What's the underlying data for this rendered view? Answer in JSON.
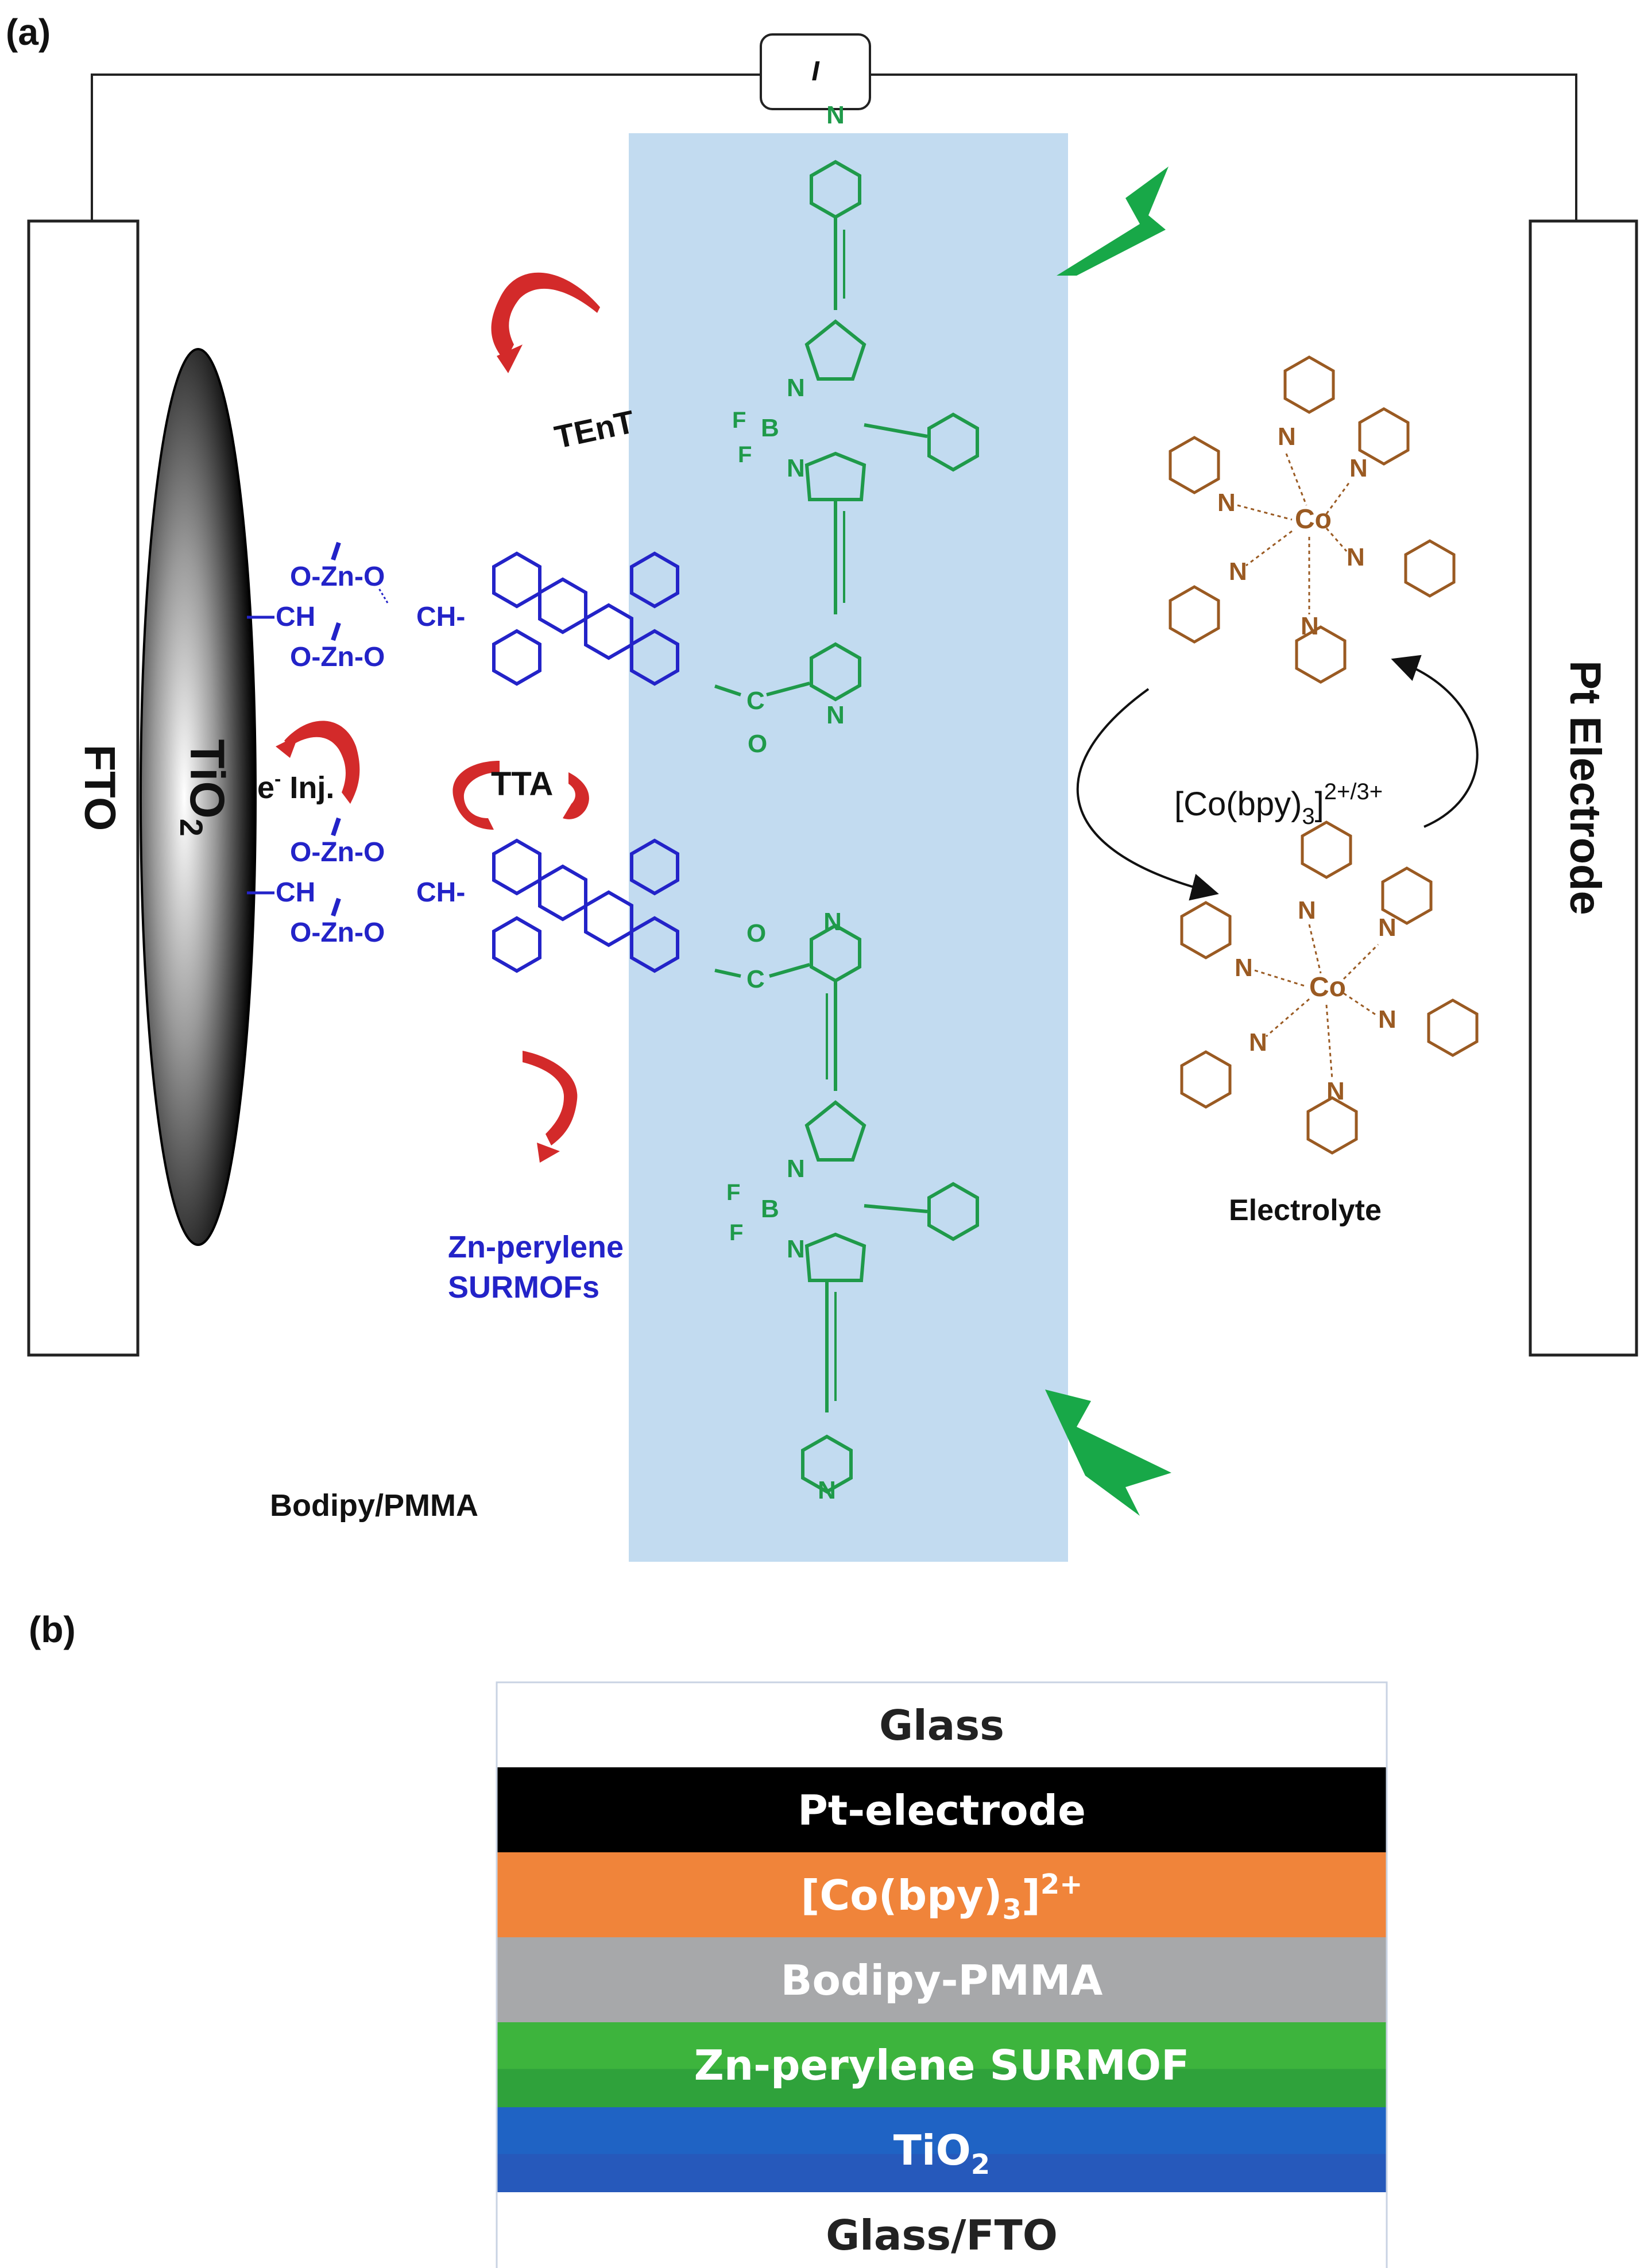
{
  "panel_a": {
    "label": "(a)",
    "current_symbol": "I",
    "left_electrode": "FTO",
    "semiconductor": "TiO",
    "semiconductor_sub": "2",
    "right_electrode": "Pt Electrode",
    "tent_label": "TEnT",
    "tta_label": "TTA",
    "inj_label": "e",
    "inj_sup": "-",
    "inj_rest": " Inj.",
    "surmof_line1": "Zn-perylene",
    "surmof_line2": "SURMOFs",
    "bodipy_label": "Bodipy/PMMA",
    "electrolyte_label": "Electrolyte",
    "redox_main": "[Co(bpy)",
    "redox_sub": "3",
    "redox_close": "]",
    "redox_sup": "2+/3+",
    "atoms": {
      "N": "N",
      "B": "B",
      "F": "F",
      "C": "C",
      "O": "O",
      "Co": "Co",
      "Zn": "Zn",
      "ZnO_left": "O-Zn-O",
      "CH": "CH",
      "CH_right": "CH-"
    },
    "colors": {
      "bodipy": "#1f9a4a",
      "surmof": "#2323c8",
      "cobalt_complex": "#9a5a22",
      "arrows": "#d32a2a",
      "lightning": "#18a848",
      "pmma_band": "#c2dbf0"
    }
  },
  "panel_b": {
    "label": "(b)",
    "layers": [
      {
        "name": "Glass",
        "color": "#ffffff",
        "text_color": "#222222"
      },
      {
        "name": "Pt-electrode",
        "color": "#000000",
        "text_color": "#ffffff"
      },
      {
        "name": "[Co(bpy)3]2+",
        "color": "#f0843a",
        "text_color": "#ffffff"
      },
      {
        "name": "Bodipy-PMMA",
        "color": "#a7a8aa",
        "text_color": "#ffffff"
      },
      {
        "name": "Zn-perylene SURMOF",
        "color": "#3db43d",
        "text_color": "#ffffff"
      },
      {
        "name": "TiO2",
        "color": "#1f63c4",
        "text_color": "#ffffff"
      },
      {
        "name": "Glass/FTO",
        "color": "#ffffff",
        "text_color": "#222222"
      }
    ],
    "co_layer": {
      "main": "[Co(bpy)",
      "sub": "3",
      "close": "]",
      "sup": "2+"
    },
    "tio2_layer": {
      "main": "TiO",
      "sub": "2"
    }
  }
}
